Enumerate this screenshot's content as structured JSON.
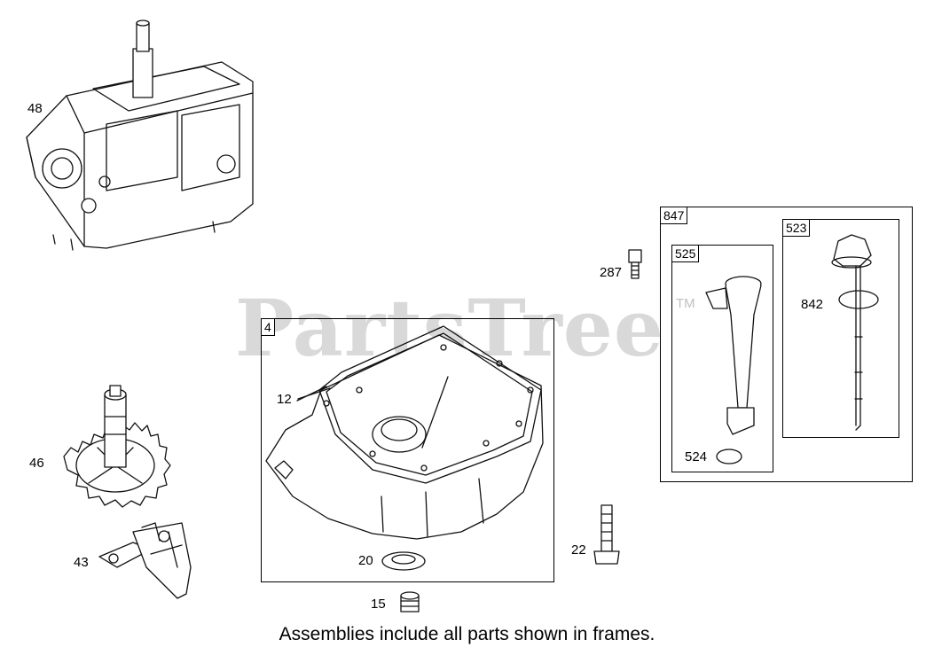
{
  "watermark": {
    "text": "PartsTree",
    "trademark": "TM"
  },
  "caption": "Assemblies include all parts shown in frames.",
  "frames": {
    "crankcase_cover": "4",
    "dipstick_assembly": "847",
    "dipstick_tube": "525",
    "dipstick": "523"
  },
  "callouts": {
    "p48": "48",
    "p46": "46",
    "p43": "43",
    "p12": "12",
    "p20": "20",
    "p15": "15",
    "p22": "22",
    "p287": "287",
    "p524": "524",
    "p842": "842"
  }
}
